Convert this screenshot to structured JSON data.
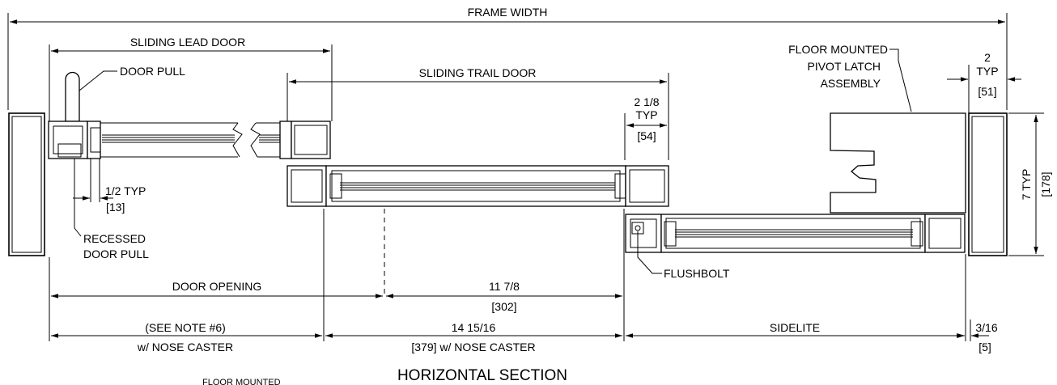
{
  "labels": {
    "frame_width": "FRAME WIDTH",
    "sliding_lead_door": "SLIDING LEAD DOOR",
    "door_pull": "DOOR PULL",
    "sliding_trail_door": "SLIDING TRAIL DOOR",
    "floor_latch_1": "FLOOR MOUNTED",
    "floor_latch_2": "PIVOT LATCH",
    "floor_latch_3": "ASSEMBLY",
    "typ2_a": "2",
    "typ2_b": "TYP",
    "typ2_c": "[51]",
    "typ218_a": "2 1/8",
    "typ218_b": "TYP",
    "typ218_c": "[54]",
    "half_typ": "1/2 TYP",
    "half_mm": "[13]",
    "seven_typ": "7 TYP",
    "seven_mm": "[178]",
    "recessed_1": "RECESSED",
    "recessed_2": "DOOR PULL",
    "flushbolt": "FLUSHBOLT",
    "door_opening": "DOOR OPENING",
    "dim_11_78": "11 7/8",
    "dim_302": "[302]",
    "see_note": "(SEE NOTE #6)",
    "nose_caster": "w/ NOSE CASTER",
    "dim_14": "14 15/16",
    "dim_379": "[379] w/ NOSE CASTER",
    "sidelite": "SIDELITE",
    "dim_316": "3/16",
    "dim_5": "[5]",
    "title": "HORIZONTAL SECTION",
    "cut_text": "FLOOR MOUNTED"
  }
}
